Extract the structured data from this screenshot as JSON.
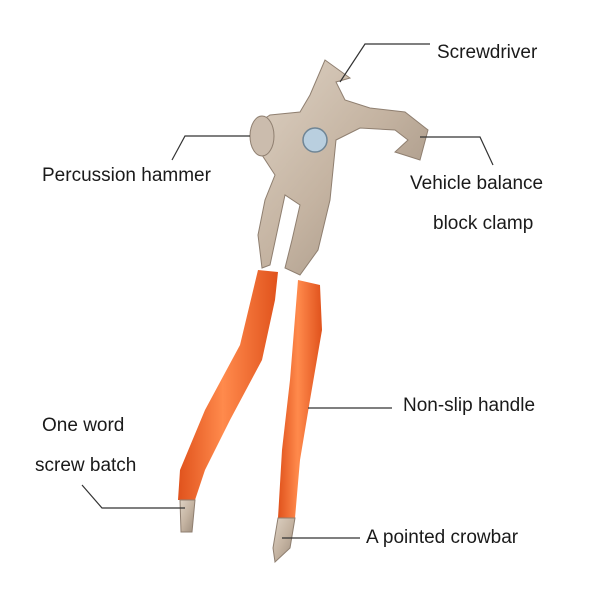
{
  "labels": {
    "screwdriver": "Screwdriver",
    "percussion_hammer": "Percussion hammer",
    "vehicle_balance_line1": "Vehicle balance",
    "vehicle_balance_line2": "block clamp",
    "non_slip_handle": "Non-slip handle",
    "one_word_line1": "One word",
    "one_word_line2": "screw batch",
    "pointed_crowbar": "A pointed crowbar"
  },
  "colors": {
    "metal": "#c8b8a6",
    "metal_dark": "#8f7f70",
    "handle": "#f0642a",
    "handle_light": "#ff9a60",
    "rivet": "#a9c3d6",
    "leader": "#333333"
  }
}
